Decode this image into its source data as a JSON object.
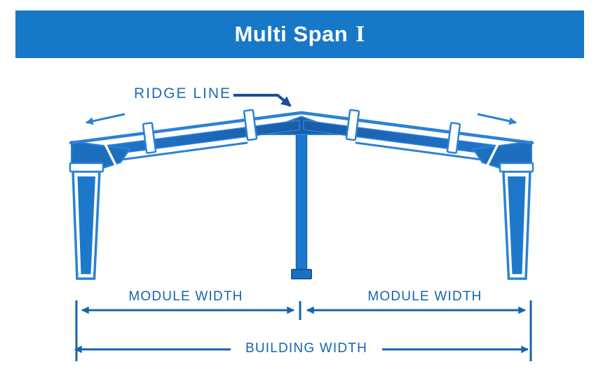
{
  "header": {
    "title": "Multi Span",
    "title_suffix": "I",
    "background_color": "#1878c8",
    "text_color": "#ffffff"
  },
  "diagram": {
    "labels": {
      "ridge_line": "RIDGE LINE",
      "module_width_left": "MODULE WIDTH",
      "module_width_right": "MODULE WIDTH",
      "building_width": "BUILDING WIDTH"
    },
    "icons": {
      "ridge_pointer": "arrow-down-right-icon",
      "left_slope_arrow": "arrow-left-icon",
      "right_slope_arrow": "arrow-right-icon",
      "dimension_arrows": "double-headed-arrow-icon"
    },
    "colors": {
      "frame_primary": "#1d78cc",
      "frame_outline": "#2b82d6",
      "frame_dark": "#1a5ca6",
      "label_text_blue": "#1f6cb8",
      "dimension_blue": "#1565ae",
      "pointer_navy": "#1b4e94",
      "plate_white": "#ffffff"
    },
    "structure": {
      "type": "rigid-frame-cross-section",
      "spans": 2,
      "center_column": true,
      "roof_splice_plates_per_side": 2
    }
  }
}
